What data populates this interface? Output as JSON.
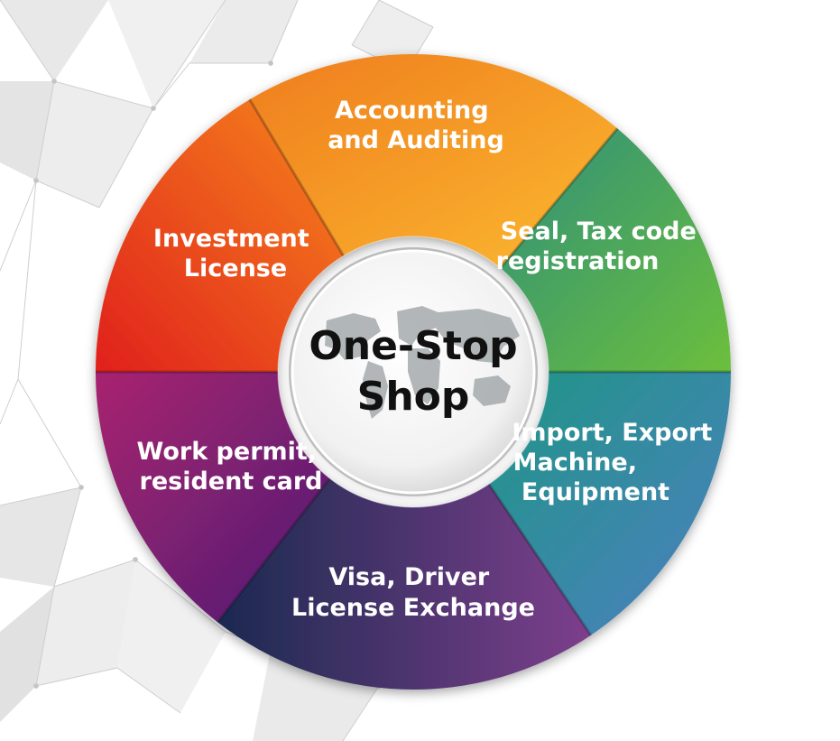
{
  "center": {
    "line1": "One-Stop",
    "line2": "Shop"
  },
  "segments": [
    {
      "id": "accounting",
      "lines": [
        "Accounting",
        "and Auditing"
      ],
      "color_a": "#fbb931",
      "color_b": "#ef7d1d"
    },
    {
      "id": "seal",
      "lines": [
        "Seal, Tax code",
        "registration"
      ],
      "color_a": "#3b9e82",
      "color_b": "#6cbf3c"
    },
    {
      "id": "import",
      "lines": [
        "Import, Export",
        "Machine,",
        "Equipment"
      ],
      "color_a": "#2f9a86",
      "color_b": "#4d82c0"
    },
    {
      "id": "visa",
      "lines": [
        "Visa, Driver",
        "License Exchange"
      ],
      "color_a": "#1f2b52",
      "color_b": "#7a3f8a"
    },
    {
      "id": "workpermit",
      "lines": [
        "Work permit,",
        "resident card"
      ],
      "color_a": "#a2236f",
      "color_b": "#5a1e78"
    },
    {
      "id": "investment",
      "lines": [
        "Investment",
        "License"
      ],
      "color_a": "#e8231b",
      "color_b": "#f57c1f"
    }
  ]
}
